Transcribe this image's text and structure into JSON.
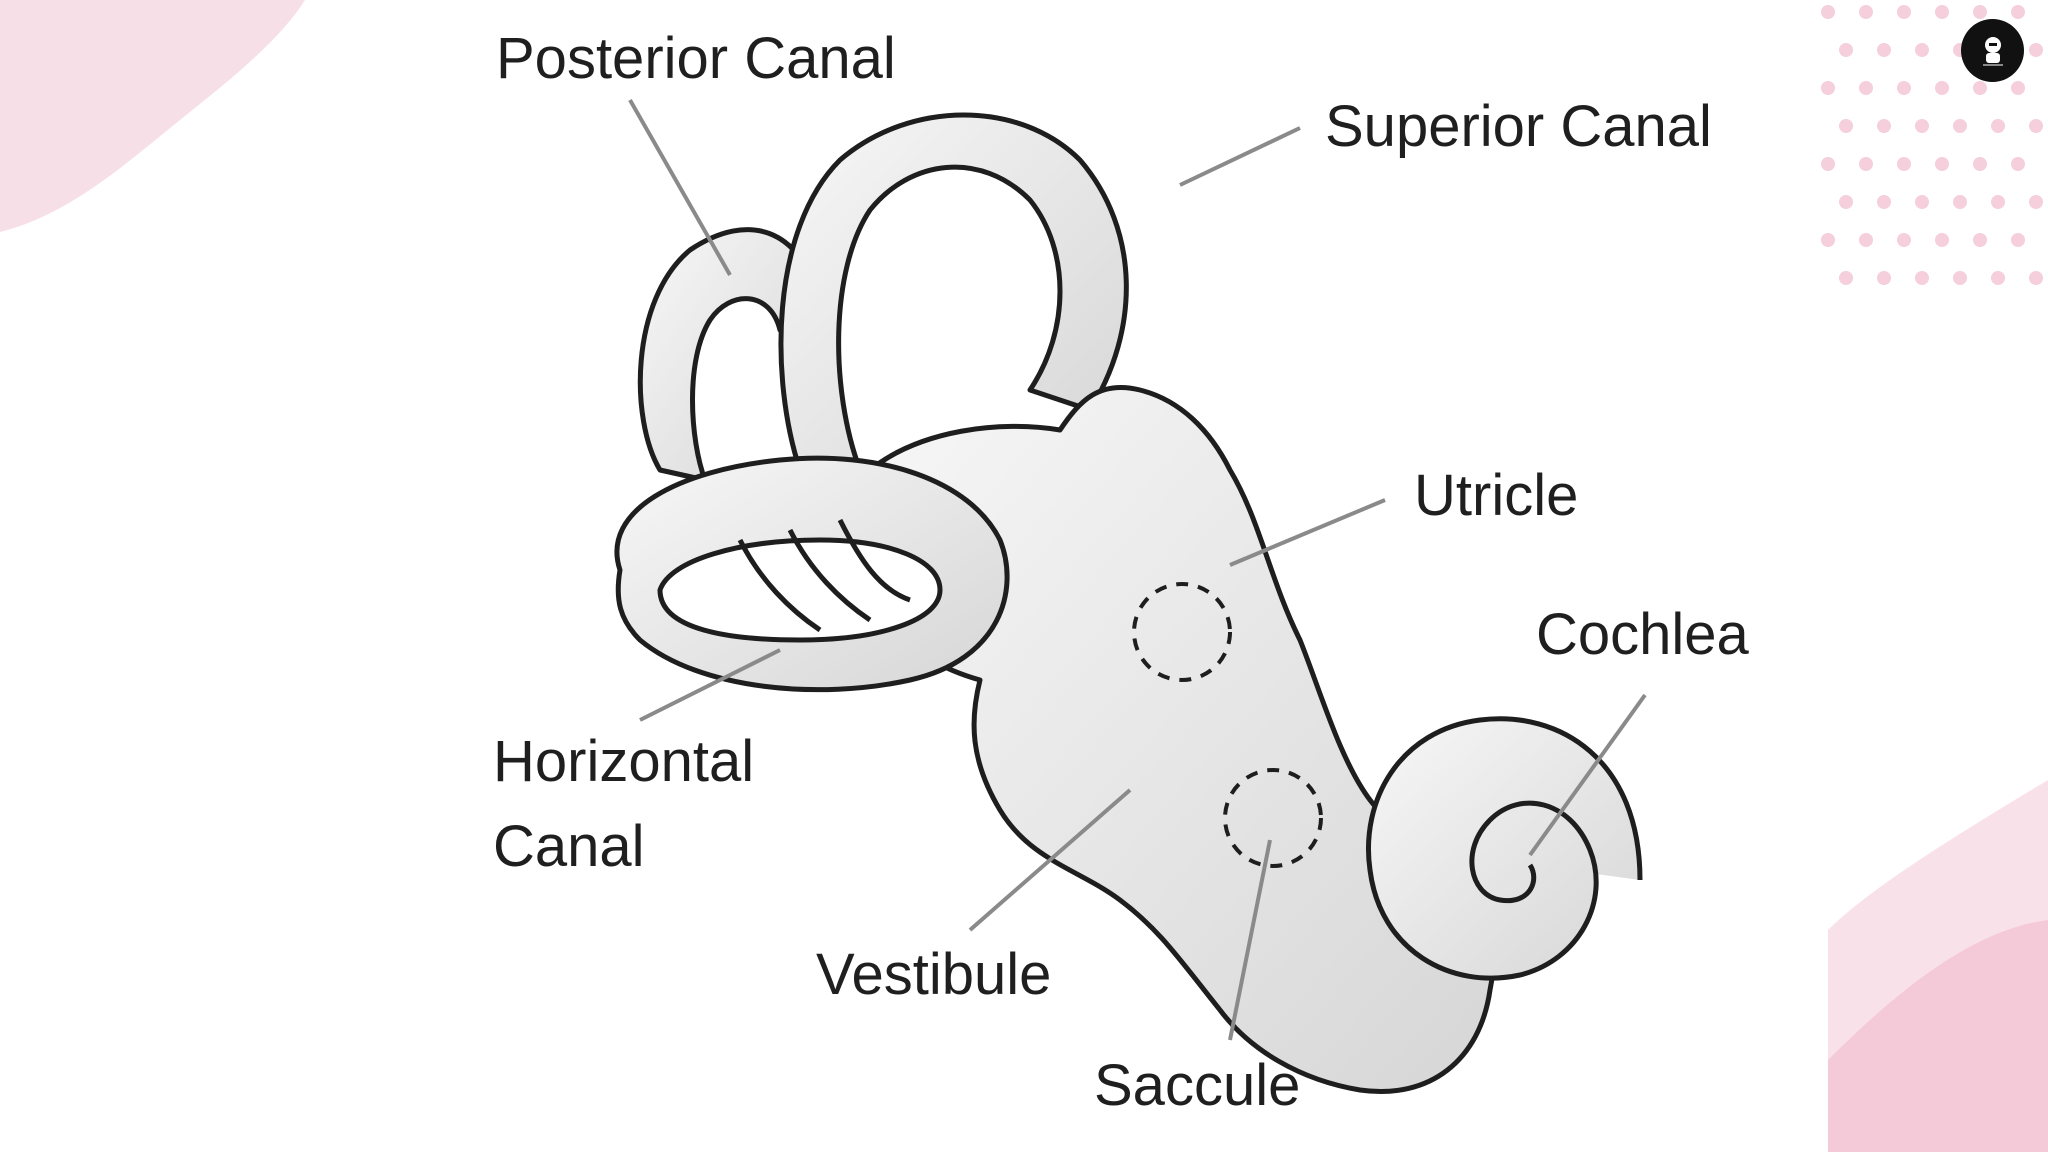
{
  "diagram": {
    "labels": {
      "posterior_canal": "Posterior Canal",
      "superior_canal": "Superior Canal",
      "utricle": "Utricle",
      "cochlea": "Cochlea",
      "horizontal_canal_line1": "Horizontal",
      "horizontal_canal_line2": "Canal",
      "vestibule": "Vestibule",
      "saccule": "Saccule"
    }
  },
  "colors": {
    "accent_pink": "#f6d6e0",
    "dot_pink": "#f3c4d3",
    "ink": "#1f1f1f",
    "leader_line": "#8a8a8a"
  },
  "logo": {
    "icon": "avatar-logo-icon"
  }
}
